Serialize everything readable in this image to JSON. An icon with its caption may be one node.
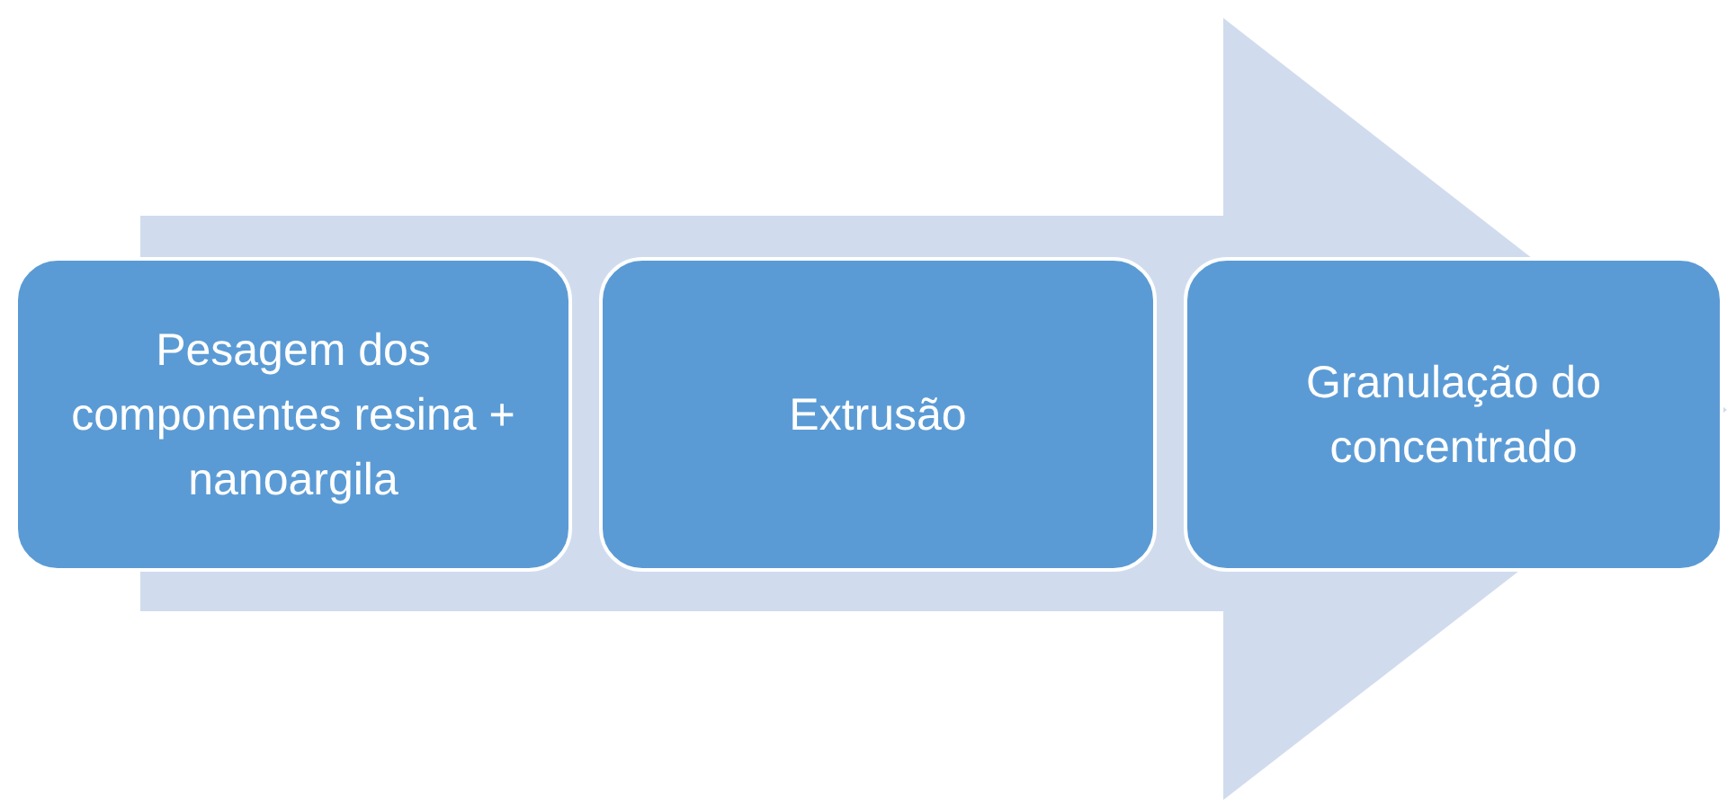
{
  "diagram": {
    "nodes": [
      {
        "text": [
          "Pesagem dos componentes resina + nanoargila"
        ]
      },
      {
        "text": [
          "Extrusão"
        ]
      },
      {
        "text": [
          "Granulação do concentrado"
        ]
      }
    ],
    "edges": [
      {
        "from": 0,
        "to": 2,
        "arrow": "to"
      }
    ]
  }
}
